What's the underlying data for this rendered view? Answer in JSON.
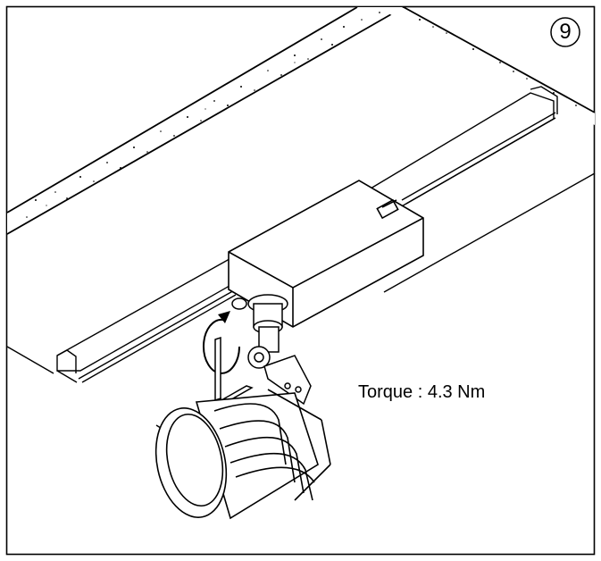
{
  "step": {
    "number": "9"
  },
  "annotation": {
    "torque_text": "Torque : 4.3 Nm"
  },
  "illustration": {
    "subject": "track-mounted spotlight installation",
    "icons": [
      "hex-key-icon",
      "rotation-arrow-icon",
      "spotlight-icon",
      "track-rail-icon",
      "adapter-box-icon"
    ],
    "line_color": "#000000",
    "background_color": "#ffffff"
  }
}
